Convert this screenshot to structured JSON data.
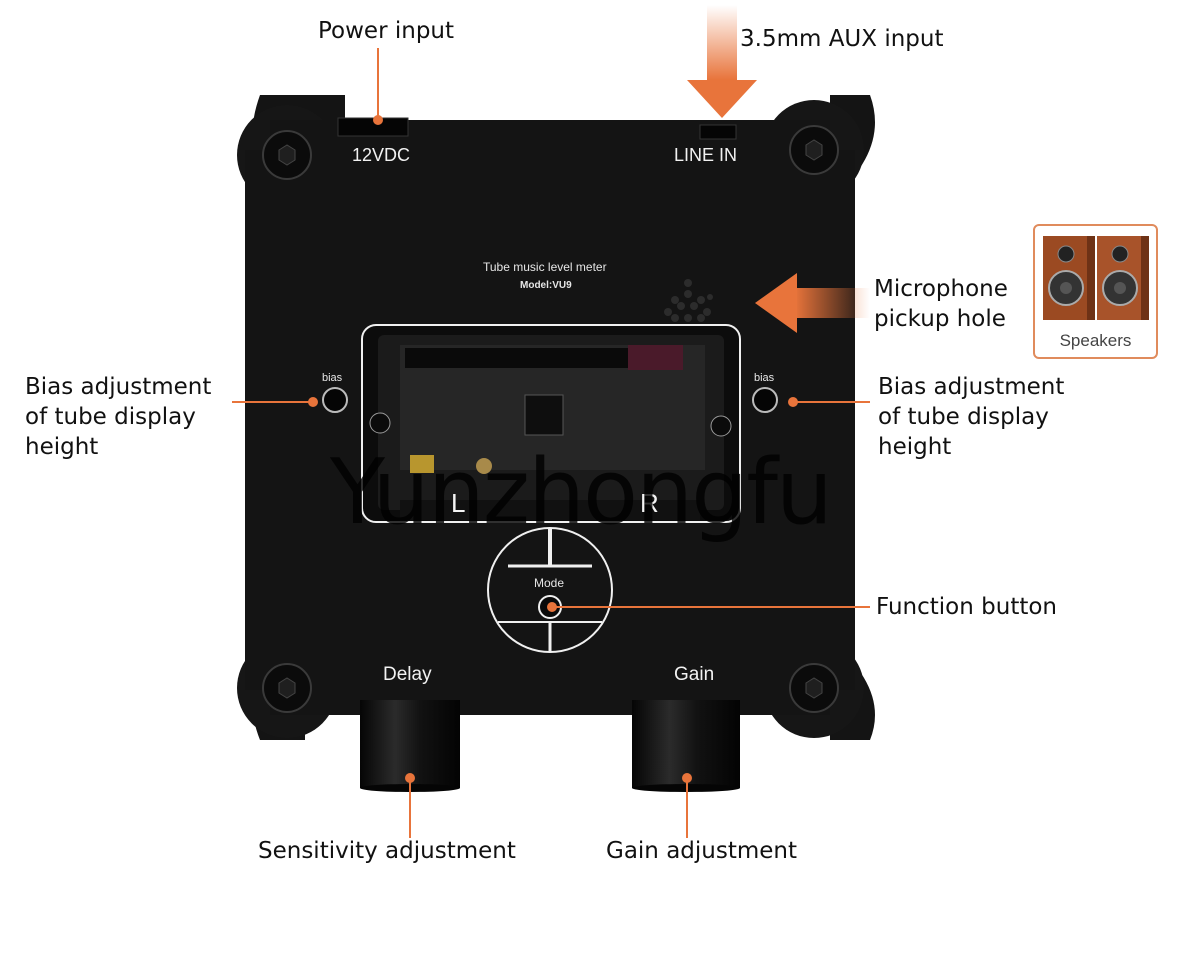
{
  "callouts": {
    "power_input": "Power input",
    "aux_input": "3.5mm AUX input",
    "mic_hole": "Microphone\npickup hole",
    "bias_left": "Bias adjustment\nof tube display\nheight",
    "bias_right": "Bias adjustment\nof tube display\nheight",
    "function_button": "Function button",
    "sensitivity": "Sensitivity adjustment",
    "gain_adj": "Gain adjustment"
  },
  "device": {
    "dc_label": "12VDC",
    "line_in": "LINE IN",
    "title": "Tube music level meter",
    "model": "Model:VU9",
    "bias_left": "bias",
    "bias_right": "bias",
    "mode": "Mode",
    "delay": "Delay",
    "gain": "Gain",
    "left_channel": "L",
    "right_channel": "R"
  },
  "speakers_caption": "Speakers",
  "watermark": "Yunzhongfu",
  "colors": {
    "accent": "#e8743b",
    "body": "#141414"
  }
}
